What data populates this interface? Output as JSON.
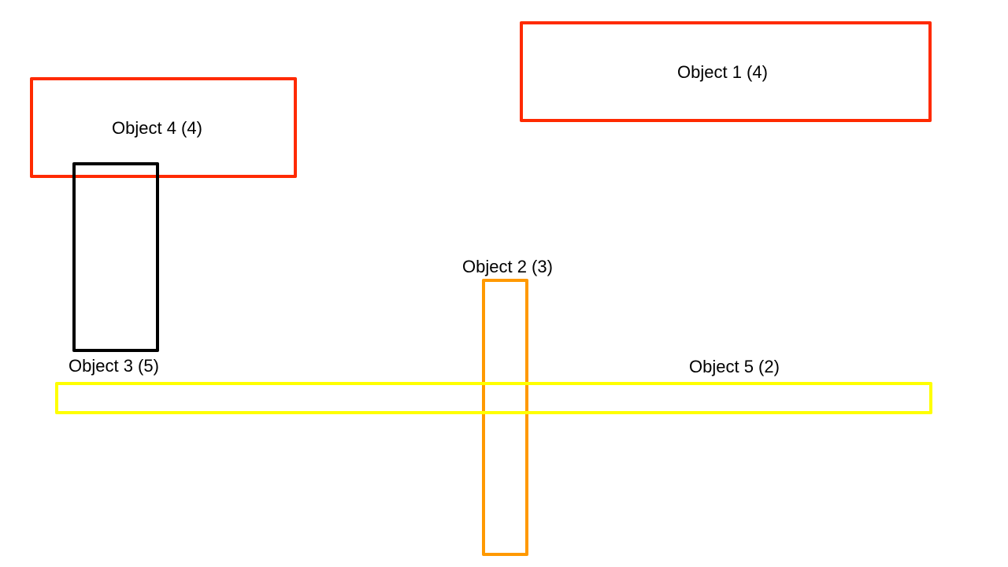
{
  "objects": [
    {
      "label": "Object 1 (4)",
      "color": "#ff2a00"
    },
    {
      "label": "Object 2 (3)",
      "color": "#ff9900"
    },
    {
      "label": "Object 3 (5)",
      "color": "#000000"
    },
    {
      "label": "Object 4 (4)",
      "color": "#ff2a00"
    },
    {
      "label": "Object 5 (2)",
      "color": "#ffff00"
    }
  ]
}
